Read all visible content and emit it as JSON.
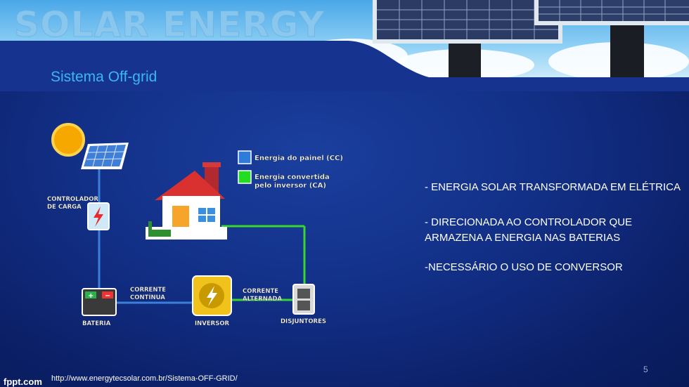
{
  "header": {
    "banner_text": "SOLAR ENERGY"
  },
  "slide": {
    "subtitle": "Sistema Off-grid",
    "bullets": [
      "- ENERGIA SOLAR TRANSFORMADA EM ELÉTRICA",
      "- DIRECIONADA AO CONTROLADOR  QUE",
      "ARMAZENA A ENERGIA NAS BATERIAS",
      "-NECESSÁRIO O USO DE CONVERSOR"
    ],
    "page_number": "5",
    "source_url": "http://www.energytecsolar.com.br/Sistema-OFF-GRID/",
    "logo": "fppt.com"
  },
  "diagram": {
    "legend": {
      "panel_energy": "Energia do painel (CC)",
      "converted_line1": "Energia convertida",
      "converted_line2": "pelo inversor (CA)"
    },
    "labels": {
      "controller_line1": "CONTROLADOR",
      "controller_line2": "DE CARGA",
      "battery": "BATERIA",
      "dc_line1": "CORRENTE",
      "dc_line2": "CONTÍNUA",
      "ac_line1": "CORRENTE",
      "ac_line2": "ALTERNADA",
      "inverter": "INVERSOR",
      "breakers": "DISJUNTORES"
    },
    "colors": {
      "dc_wire": "#3a7fd8",
      "ac_wire": "#39d62b",
      "legend_dc": "#2f7bd9",
      "legend_ac": "#22dd22"
    }
  }
}
